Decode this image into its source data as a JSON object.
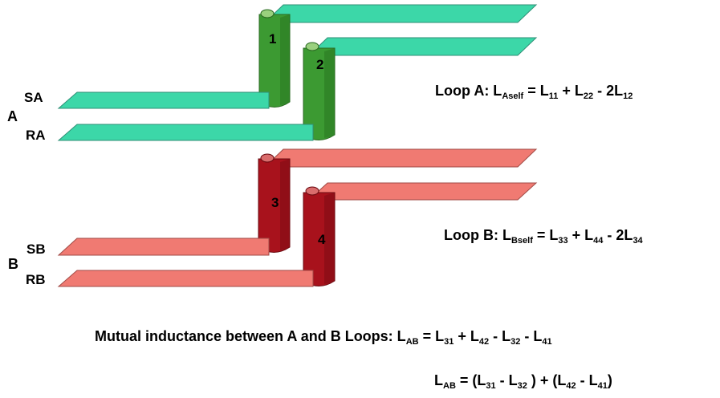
{
  "labels": {
    "A": "A",
    "SA": "SA",
    "RA": "RA",
    "B": "B",
    "SB": "SB",
    "RB": "RB"
  },
  "conductor_numbers": {
    "c1": "1",
    "c2": "2",
    "c3": "3",
    "c4": "4"
  },
  "equations": {
    "loopA": {
      "prefix": "Loop A: L",
      "sub_self": "Aself",
      "mid1": " = L",
      "sub1": "11",
      "mid2": " + L",
      "sub2": "22",
      "mid3": " - 2L",
      "sub3": "12"
    },
    "loopB": {
      "prefix": "Loop B: L",
      "sub_self": "Bself",
      "mid1": " = L",
      "sub1": "33",
      "mid2": " + L",
      "sub2": "44",
      "mid3": " - 2L",
      "sub3": "34"
    },
    "mutual": {
      "prefix": "Mutual inductance between A and B Loops: L",
      "sub_ab": "AB",
      "mid1": " = L",
      "sub1": "31",
      "mid2": " + L",
      "sub2": "42",
      "mid3": " - L",
      "sub3": "32",
      "mid4": " - L",
      "sub4": "41"
    },
    "mutual2": {
      "prefix": "L",
      "sub_ab": "AB",
      "mid1": " = (L",
      "sub1": "31",
      "mid2": " - L",
      "sub2": "32",
      "mid3": " ) + (L",
      "sub3": "42",
      "mid4": " - L",
      "sub4": "41",
      "tail": ")"
    }
  },
  "colors": {
    "teal_strip": "#3cd7a8",
    "teal_stroke": "#2f8f76",
    "green_cyl": "#3c9a32",
    "green_cyl_dark": "#2a7a22",
    "green_top": "#9ad07e",
    "pink_strip": "#f07a72",
    "pink_stroke": "#a04a45",
    "red_cyl": "#a8121c",
    "red_cyl_dark": "#800c14",
    "red_top": "#d96c6c"
  }
}
